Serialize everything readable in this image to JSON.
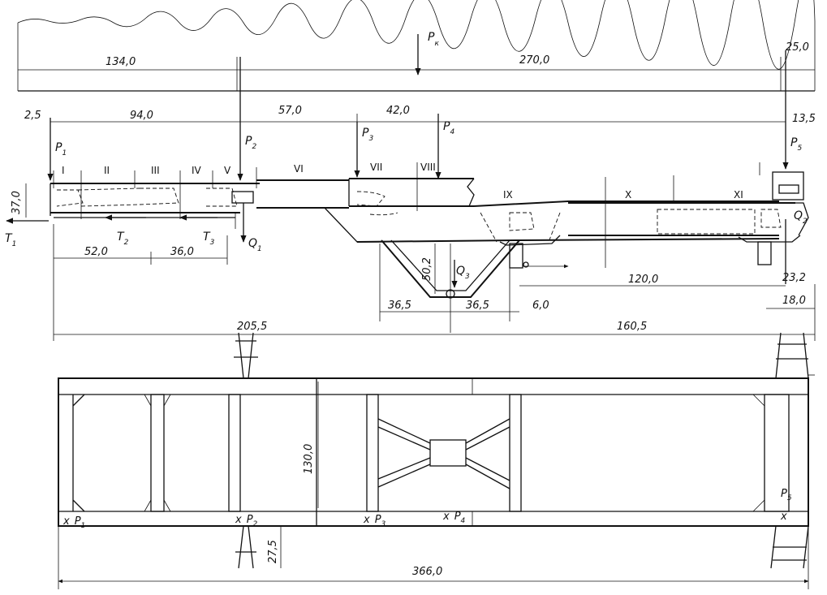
{
  "load_bar": {
    "left_span": "134,0",
    "right_span": "270,0",
    "end_span": "25,0",
    "resultant_force": "P",
    "resultant_sub": "к"
  },
  "side_view": {
    "dims_top": {
      "d2_5": "2,5",
      "d94": "94,0",
      "d57": "57,0",
      "d42": "42,0",
      "d13_5": "13,5",
      "d37": "37,0"
    },
    "sections": [
      "I",
      "II",
      "III",
      "IV",
      "V",
      "VI",
      "VII",
      "VIII",
      "IX",
      "X",
      "XI"
    ],
    "forces": {
      "P1": {
        "main": "P",
        "sub": "1"
      },
      "P2": {
        "main": "P",
        "sub": "2"
      },
      "P3": {
        "main": "P",
        "sub": "3"
      },
      "P4": {
        "main": "P",
        "sub": "4"
      },
      "P5": {
        "main": "P",
        "sub": "5"
      },
      "T1": {
        "main": "T",
        "sub": "1"
      },
      "T2": {
        "main": "T",
        "sub": "2"
      },
      "T3": {
        "main": "T",
        "sub": "3"
      },
      "Q1": {
        "main": "Q",
        "sub": "1"
      },
      "Q2": {
        "main": "Q",
        "sub": "2"
      },
      "Q3": {
        "main": "Q",
        "sub": "3"
      }
    },
    "dims_bottom": {
      "d52": "52,0",
      "d36": "36,0",
      "d50_2": "50,2",
      "d36_5a": "36,5",
      "d36_5b": "36,5",
      "d6": "6,0",
      "d120": "120,0",
      "d23_2": "23,2",
      "d18": "18,0",
      "d205_5": "205,5",
      "d160_5": "160,5"
    }
  },
  "plan_view": {
    "width_dim": "130,0",
    "offset_dim": "27,5",
    "length_dim": "366,0",
    "points": [
      {
        "mark": "x",
        "main": "P",
        "sub": "1"
      },
      {
        "mark": "x",
        "main": "P",
        "sub": "2"
      },
      {
        "mark": "x",
        "main": "P",
        "sub": "3"
      },
      {
        "mark": "x",
        "main": "P",
        "sub": "4"
      },
      {
        "mark": "x",
        "main": "P",
        "sub": "5"
      }
    ]
  }
}
